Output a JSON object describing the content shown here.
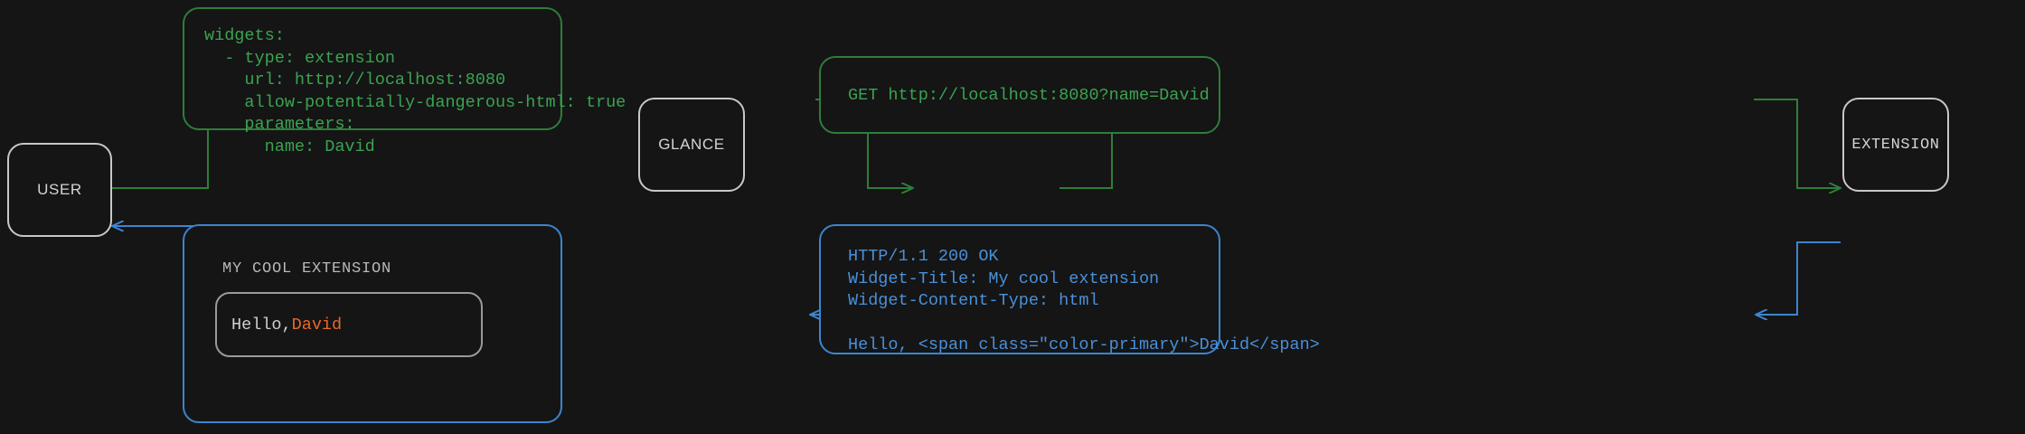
{
  "theme": {
    "background": "#151515",
    "node_border": "#c8c8c8",
    "green_border": "#2f7d3a",
    "green_text": "#3ba350",
    "blue_border": "#3d84d0",
    "blue_text": "#4a90d9",
    "accent": "#e8682a",
    "widget_border": "#9a9a9a",
    "widget_text": "#cfcfcf"
  },
  "nodes": {
    "user": "USER",
    "glance": "GLANCE",
    "extension": "EXTENSION"
  },
  "boxes": {
    "config_yaml": "widgets:\n  - type: extension\n    url: http://localhost:8080\n    allow-potentially-dangerous-html: true\n    parameters:\n      name: David",
    "http_request": "GET http://localhost:8080?name=David",
    "http_response": "HTTP/1.1 200 OK\nWidget-Title: My cool extension\nWidget-Content-Type: html\n\nHello, <span class=\"color-primary\">David</span>"
  },
  "widget_preview": {
    "title": "MY COOL EXTENSION",
    "greeting": "Hello, ",
    "name": "David"
  },
  "edges": [
    {
      "name": "user-to-config",
      "color": "green",
      "direction": "right"
    },
    {
      "name": "config-to-glance",
      "color": "green",
      "direction": "right"
    },
    {
      "name": "glance-to-request",
      "color": "green",
      "direction": "right"
    },
    {
      "name": "request-to-extension",
      "color": "green",
      "direction": "right"
    },
    {
      "name": "extension-to-response",
      "color": "blue",
      "direction": "left"
    },
    {
      "name": "response-to-glance",
      "color": "blue",
      "direction": "left"
    },
    {
      "name": "glance-to-widget",
      "color": "blue",
      "direction": "left"
    },
    {
      "name": "widget-to-user",
      "color": "blue",
      "direction": "left"
    }
  ]
}
